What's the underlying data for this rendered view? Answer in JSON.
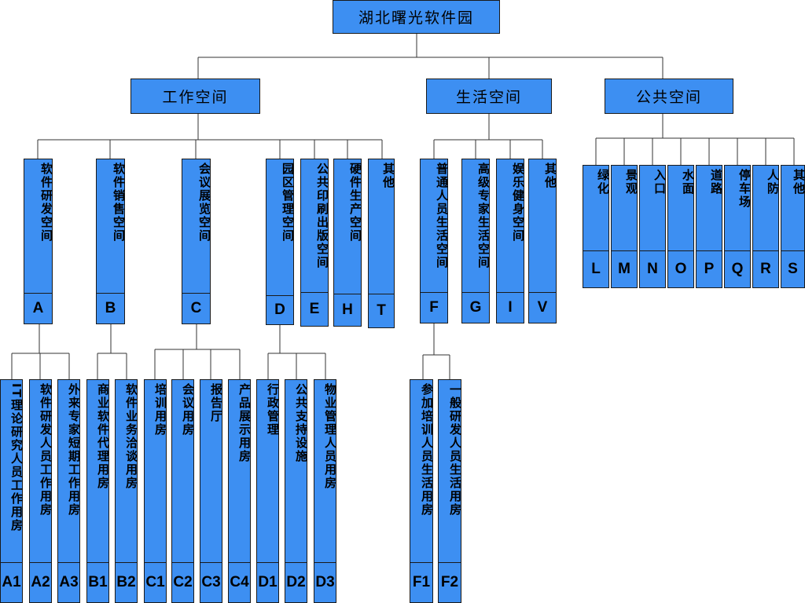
{
  "root": {
    "label": "湖北曙光软件园"
  },
  "groups": [
    {
      "label": "工作空间"
    },
    {
      "label": "生活空间"
    },
    {
      "label": "公共空间"
    }
  ],
  "work": [
    {
      "label": "软件研发空间",
      "code": "A"
    },
    {
      "label": "软件销售空间",
      "code": "B"
    },
    {
      "label": "会议展览空间",
      "code": "C"
    },
    {
      "label": "园区管理空间",
      "code": "D"
    },
    {
      "label": "公共印刷出版空间",
      "code": "E"
    },
    {
      "label": "硬件生产空间",
      "code": "H"
    },
    {
      "label": "其他",
      "code": "T"
    }
  ],
  "life": [
    {
      "label": "普通人员生活空间",
      "code": "F"
    },
    {
      "label": "高级专家生活空间",
      "code": "G"
    },
    {
      "label": "娱乐健身空间",
      "code": "I"
    },
    {
      "label": "其他",
      "code": "V"
    }
  ],
  "public": [
    {
      "label": "绿化",
      "code": "L"
    },
    {
      "label": "景观",
      "code": "M"
    },
    {
      "label": "入口",
      "code": "N"
    },
    {
      "label": "水面",
      "code": "O"
    },
    {
      "label": "道路",
      "code": "P"
    },
    {
      "label": "停车场",
      "code": "Q"
    },
    {
      "label": "人防",
      "code": "R"
    },
    {
      "label": "其他",
      "code": "S"
    }
  ],
  "leaves": [
    {
      "label": "IT理论研究人员工作用房",
      "code": "A1"
    },
    {
      "label": "软件研发人员工作用房",
      "code": "A2"
    },
    {
      "label": "外来专家短期工作用房",
      "code": "A3"
    },
    {
      "label": "商业软件代理用房",
      "code": "B1"
    },
    {
      "label": "软件业务洽谈用房",
      "code": "B2"
    },
    {
      "label": "培训用房",
      "code": "C1"
    },
    {
      "label": "会议用房",
      "code": "C2"
    },
    {
      "label": "报告厅",
      "code": "C3"
    },
    {
      "label": "产品展示用房",
      "code": "C4"
    },
    {
      "label": "行政管理",
      "code": "D1"
    },
    {
      "label": "公共支持设施",
      "code": "D2"
    },
    {
      "label": "物业管理人员用房",
      "code": "D3"
    },
    {
      "label": "参加培训人员生活用房",
      "code": "F1"
    },
    {
      "label": "一般研发人员生活用房",
      "code": "F2"
    }
  ]
}
